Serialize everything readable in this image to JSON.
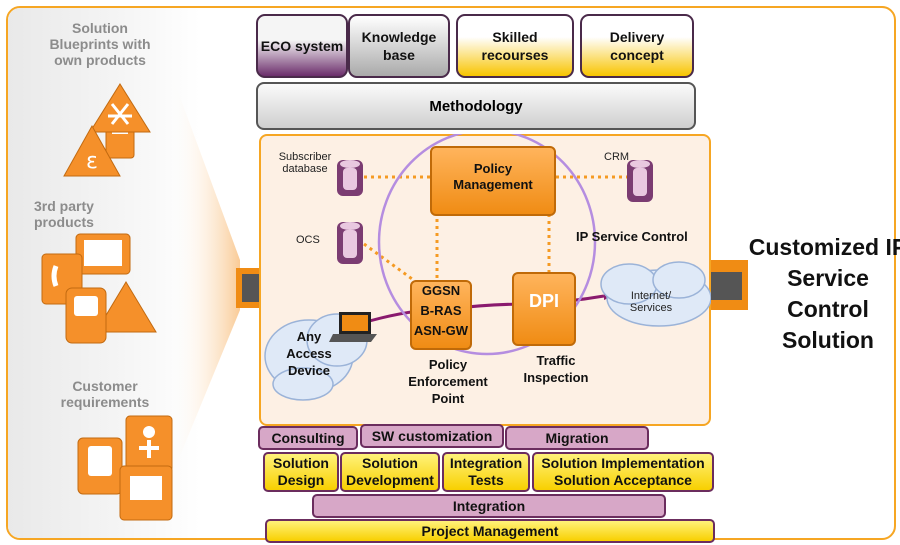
{
  "left": {
    "solution_blueprints": "Solution Blueprints with own products",
    "third_party": "3rd party products",
    "customer_requirements": "Customer requirements"
  },
  "right": {
    "title": "Customized IP Service Control Solution"
  },
  "top_boxes": [
    "ECO system",
    "Knowledge base",
    "Skilled recourses",
    "Delivery concept"
  ],
  "methodology": "Methodology",
  "diagram": {
    "subscriber_db": "Subscriber database",
    "crm": "CRM",
    "ocs": "OCS",
    "policy_management": "Policy Management",
    "ip_service_control": "IP Service Control",
    "ggsn": "GGSN",
    "bras": "B-RAS",
    "asngw": "ASN-GW",
    "dpi": "DPI",
    "internet": "Internet/ Services",
    "any_access": "Any Access Device",
    "pep": "Policy Enforcement Point",
    "traffic": "Traffic Inspection"
  },
  "bottom": {
    "consulting": "Consulting",
    "sw_customization": "SW customization",
    "migration": "Migration",
    "solution_design": "Solution Design",
    "solution_development": "Solution Development",
    "integration_tests": "Integration Tests",
    "solution_impl": "Solution Implementation Solution Acceptance",
    "integration": "Integration",
    "project_management": "Project Management"
  },
  "colors": {
    "accent": "#f6a623",
    "orange": "#f08c14",
    "purple": "#6b2d5e",
    "pink": "#d7a7c7",
    "yellow": "#f8d000"
  }
}
